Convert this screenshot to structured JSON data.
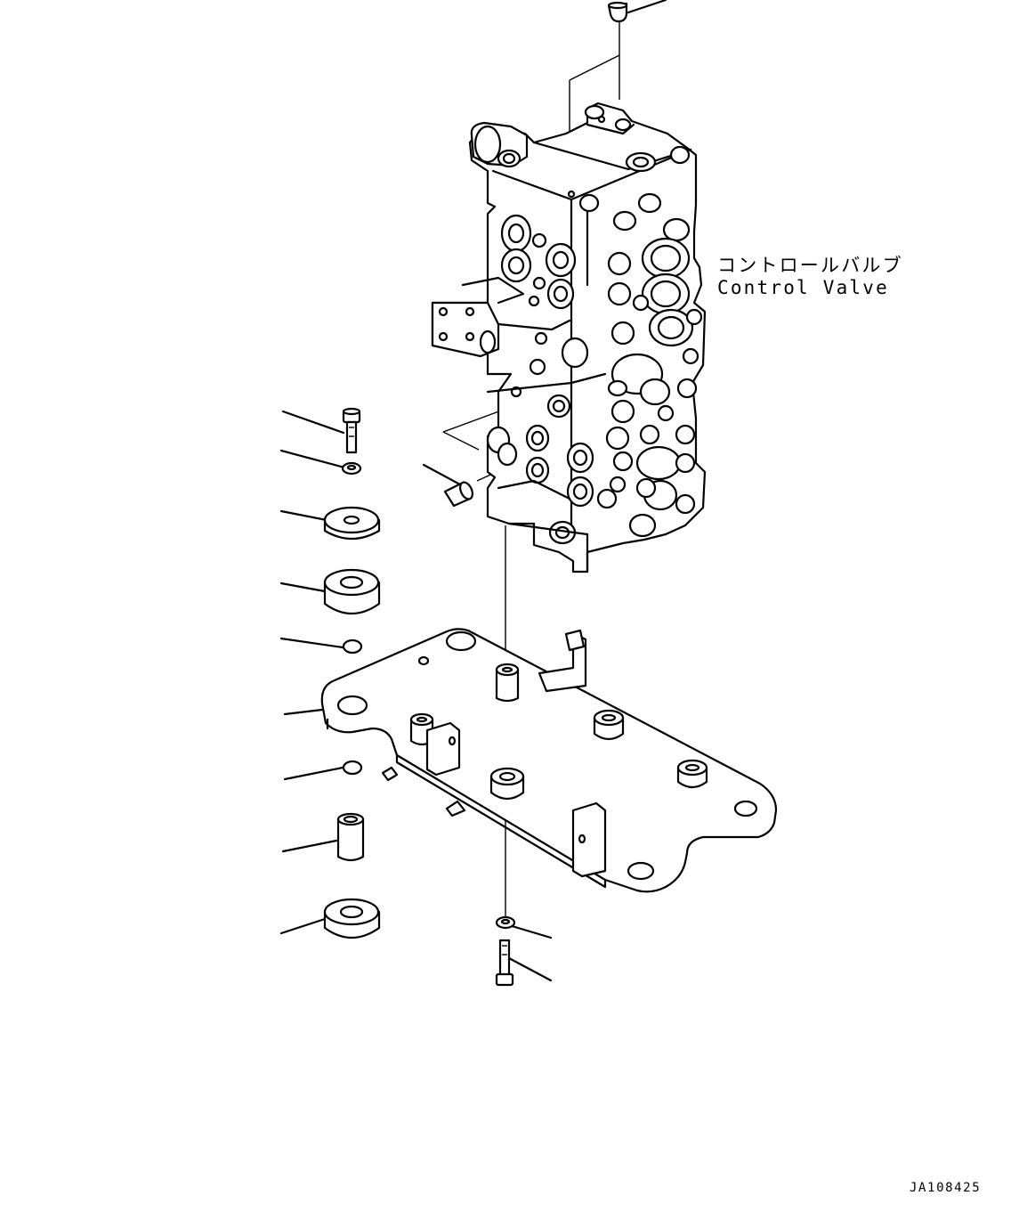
{
  "labels": {
    "part_name_jp": "コントロールバルブ",
    "part_name_en": "Control Valve",
    "drawing_code": "JA108425"
  }
}
